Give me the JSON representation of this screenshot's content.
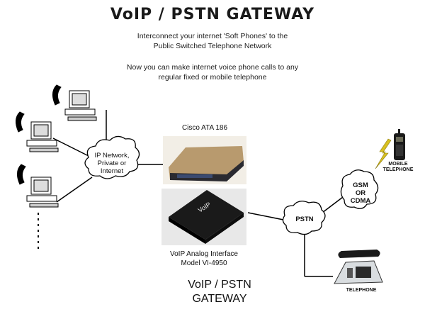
{
  "header": {
    "title": "VoIP / PSTN GATEWAY",
    "line1": "Interconnect your internet 'Soft Phones' to the",
    "line2": "Public Switched Telephone Network",
    "line3": "Now you can make internet voice phone calls to any",
    "line4": "regular fixed or mobile telephone"
  },
  "network_cloud": {
    "line1": "IP Network,",
    "line2": "Private or",
    "line3": "Internet"
  },
  "devices": {
    "ata_label": "Cisco ATA 186",
    "interface_line1": "VoIP Analog Interface",
    "interface_line2": "Model VI-4950",
    "interface_brand": "VoIP"
  },
  "pstn_cloud": {
    "label": "PSTN"
  },
  "gsm_cloud": {
    "line1": "GSM",
    "line2": "OR",
    "line3": "CDMA"
  },
  "mobile": {
    "line1": "MOBILE",
    "line2": "TELEPHONE"
  },
  "telephone": {
    "label": "TELEPHONE"
  },
  "footer": {
    "line1": "VoIP / PSTN",
    "line2": "GATEWAY"
  },
  "colors": {
    "line": "#000000",
    "ata_top": "#b89a6e",
    "interface_box": "#1a1a1a",
    "lightning": "#d8c020"
  }
}
